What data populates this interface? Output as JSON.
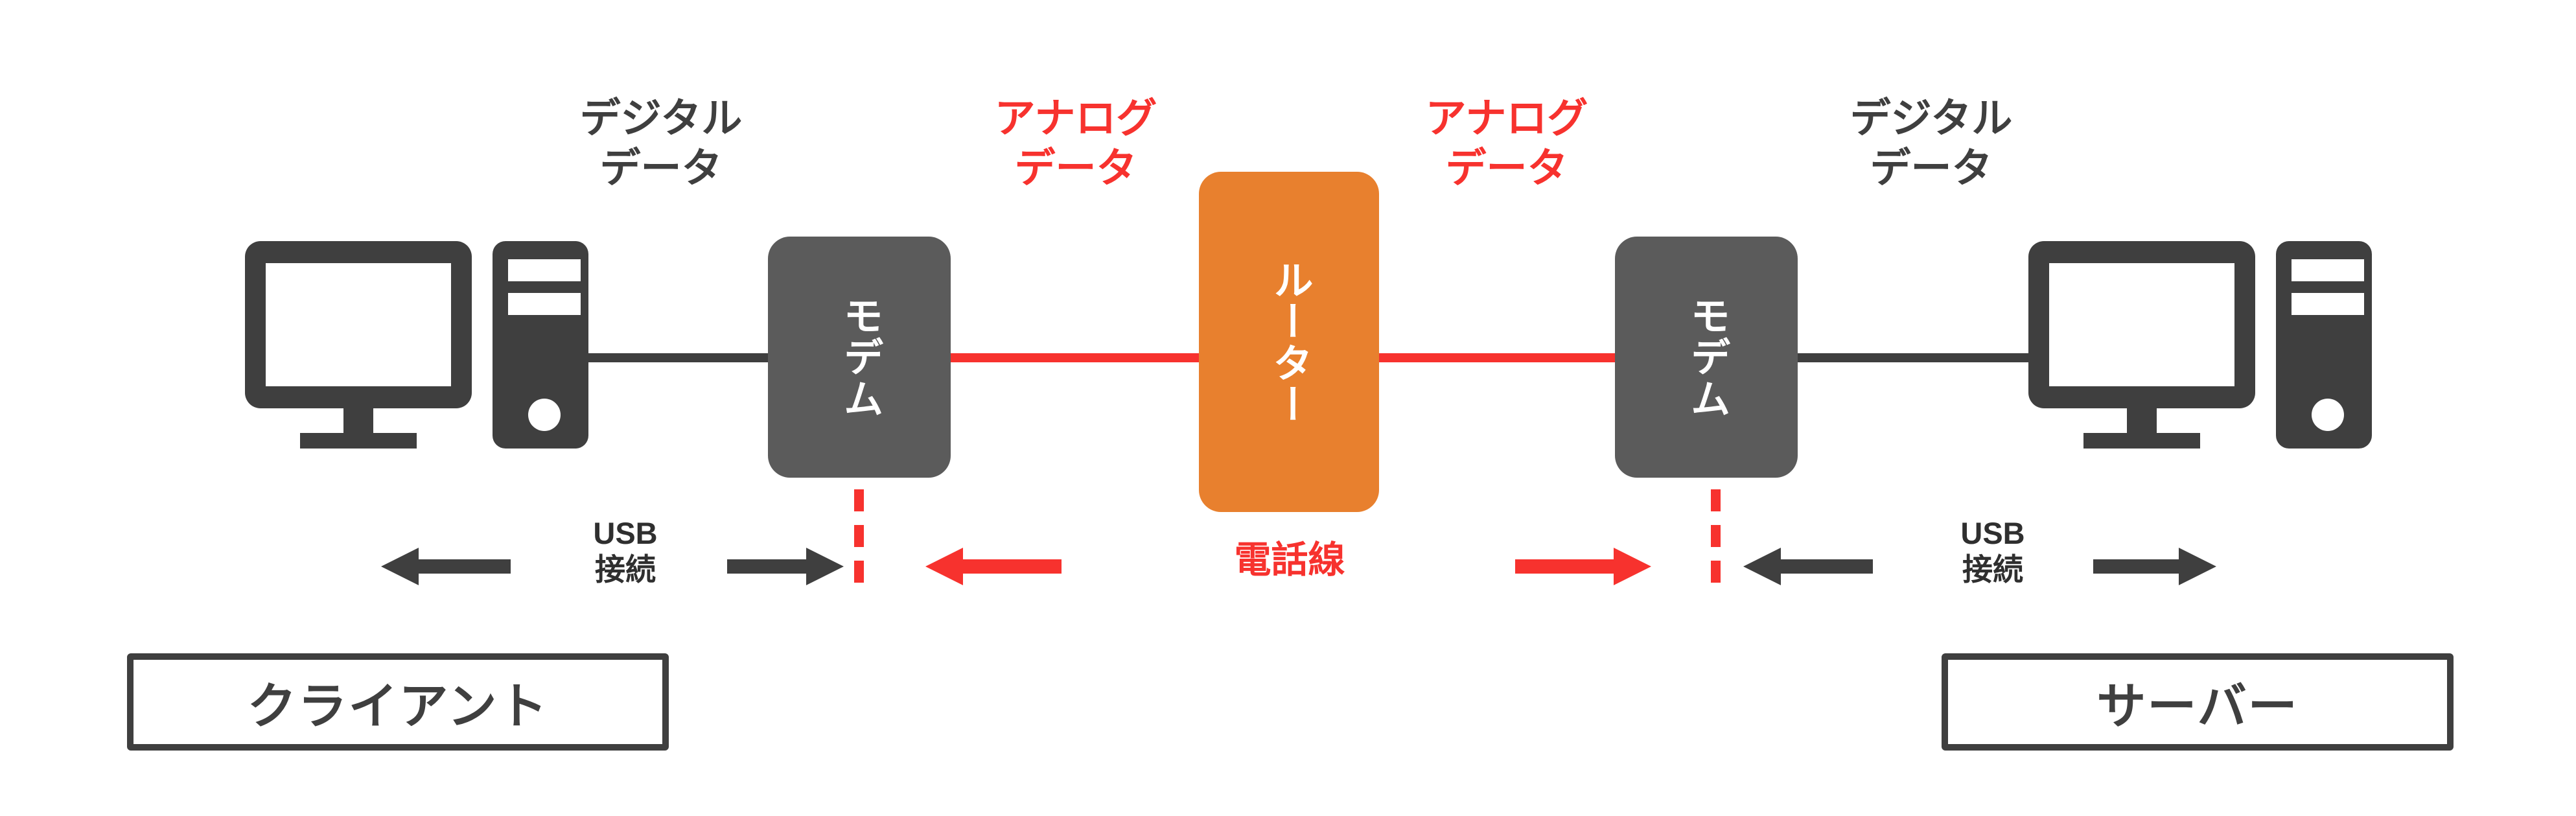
{
  "diagram": {
    "title": "client-server modem router connection diagram",
    "colors": {
      "dark": "#3f3f3f",
      "modem_gray": "#5b5b5b",
      "router_orange": "#e8802e",
      "red": "#f7322e",
      "background": "#ffffff"
    }
  },
  "nodes": {
    "client_computer": {
      "icon": "desktop-computer-icon"
    },
    "left_modem": {
      "label": "モデム",
      "color": "#5b5b5b"
    },
    "router": {
      "label": "ルーター",
      "color": "#e8802e"
    },
    "right_modem": {
      "label": "モデム",
      "color": "#5b5b5b"
    },
    "server_computer": {
      "icon": "desktop-computer-icon"
    }
  },
  "data_labels": {
    "left_digital": "デジタル\nデータ",
    "left_analog": "アナログ\nデータ",
    "right_analog": "アナログ\nデータ",
    "right_digital": "デジタル\nデータ"
  },
  "connection_labels": {
    "left_usb": "USB\n接続",
    "phone_line": "電話線",
    "right_usb": "USB\n接続"
  },
  "captions": {
    "client": "クライアント",
    "server": "サーバー"
  },
  "arrows": [
    {
      "name": "left-usb-arrow-left",
      "direction": "left",
      "color": "#3f3f3f"
    },
    {
      "name": "left-usb-arrow-right",
      "direction": "right",
      "color": "#3f3f3f"
    },
    {
      "name": "phone-line-arrow-left",
      "direction": "left",
      "color": "#f7322e"
    },
    {
      "name": "phone-line-arrow-right",
      "direction": "right",
      "color": "#f7322e"
    },
    {
      "name": "right-usb-arrow-left",
      "direction": "left",
      "color": "#3f3f3f"
    }
  ],
  "segments": [
    {
      "name": "client-to-modem-line",
      "type": "digital",
      "color": "#3f3f3f"
    },
    {
      "name": "modem-to-router-line-left",
      "type": "analog",
      "color": "#f7322e"
    },
    {
      "name": "router-to-modem-line-right",
      "type": "analog",
      "color": "#f7322e"
    },
    {
      "name": "modem-to-server-line",
      "type": "digital",
      "color": "#3f3f3f"
    }
  ]
}
